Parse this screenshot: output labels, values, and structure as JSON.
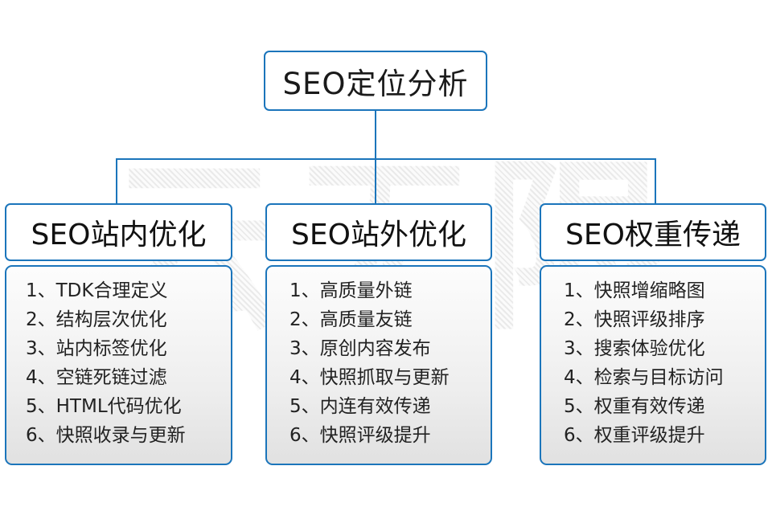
{
  "diagram": {
    "root": {
      "label": "SEO定位分析"
    },
    "watermark": {
      "text": "云无限"
    },
    "colors": {
      "border": "#1b75bb",
      "text": "#1a1a1a",
      "background": "#ffffff",
      "body_gradient_top": "#fcfcfc",
      "body_gradient_bottom": "#e1e1e1"
    },
    "columns": [
      {
        "header": "SEO站内优化",
        "items": [
          "1、TDK合理定义",
          "2、结构层次优化",
          "3、站内标签优化",
          "4、空链死链过滤",
          "5、HTML代码优化",
          "6、快照收录与更新"
        ]
      },
      {
        "header": "SEO站外优化",
        "items": [
          "1、高质量外链",
          "2、高质量友链",
          "3、原创内容发布",
          "4、快照抓取与更新",
          "5、内连有效传递",
          "6、快照评级提升"
        ]
      },
      {
        "header": "SEO权重传递",
        "items": [
          "1、快照增缩略图",
          "2、快照评级排序",
          "3、搜索体验优化",
          "4、检索与目标访问",
          "5、权重有效传递",
          "6、权重评级提升"
        ]
      }
    ]
  }
}
